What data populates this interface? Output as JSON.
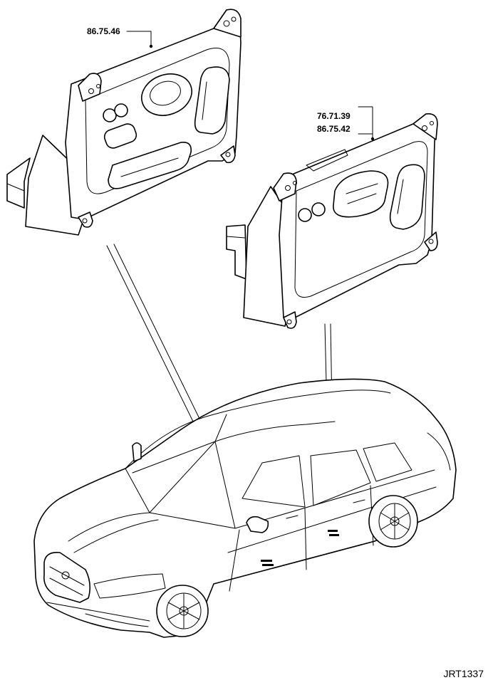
{
  "callouts": {
    "left_switch": "86.75.46",
    "right_switch_line1": "76.71.39",
    "right_switch_line2": "86.75.42"
  },
  "drawing_number": "JRT1337"
}
